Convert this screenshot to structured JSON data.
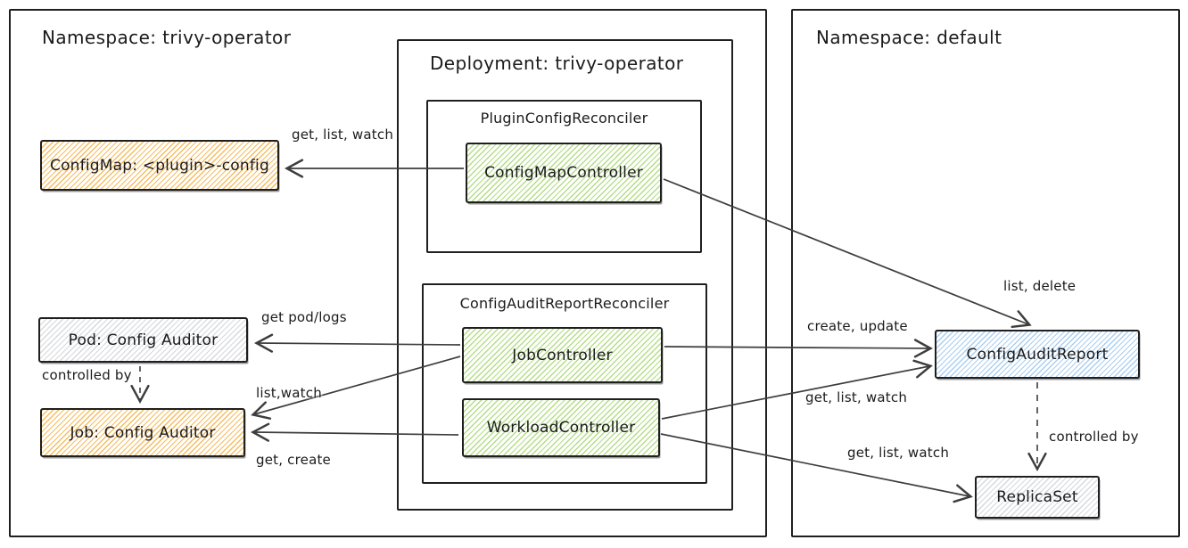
{
  "diagram_type": "architecture-sketch",
  "colors": {
    "border": "#1f1f1f",
    "arrow": "#3d3d3d",
    "text": "#1b1b1b",
    "orange_hatch": "#f6bc5f",
    "green_hatch": "#b4dd86",
    "blue_hatch": "#a9cff2",
    "gray_hatch": "#d6d8dc"
  },
  "containers": {
    "namespace_trivy": {
      "title": "Namespace: trivy-operator"
    },
    "deployment": {
      "title": "Deployment: trivy-operator"
    },
    "plugin_config_reconciler": {
      "title": "PluginConfigReconciler"
    },
    "config_audit_report_reconciler": {
      "title": "ConfigAuditReportReconciler"
    },
    "namespace_default": {
      "title": "Namespace: default"
    }
  },
  "nodes": {
    "config_map": {
      "label": "ConfigMap: <plugin>-config",
      "color": "orange"
    },
    "pod": {
      "label": "Pod: Config Auditor",
      "color": "gray"
    },
    "job": {
      "label": "Job: Config Auditor",
      "color": "orange"
    },
    "config_map_controller": {
      "label": "ConfigMapController",
      "color": "green"
    },
    "job_controller": {
      "label": "JobController",
      "color": "green"
    },
    "workload_controller": {
      "label": "WorkloadController",
      "color": "green"
    },
    "config_audit_report": {
      "label": "ConfigAuditReport",
      "color": "blue"
    },
    "replica_set": {
      "label": "ReplicaSet",
      "color": "gray"
    }
  },
  "edges": {
    "cmc_to_configmap": "get, list, watch",
    "cmc_to_car": "list, delete",
    "jc_to_pod": "get pod/logs",
    "jc_to_job": "list,watch",
    "wc_to_job": "get, create",
    "jc_to_car": "create, update",
    "wc_to_car": "get, list, watch",
    "wc_to_rs": "get, list, watch",
    "pod_controlled_by": "controlled by",
    "car_controlled_by": "controlled by"
  }
}
